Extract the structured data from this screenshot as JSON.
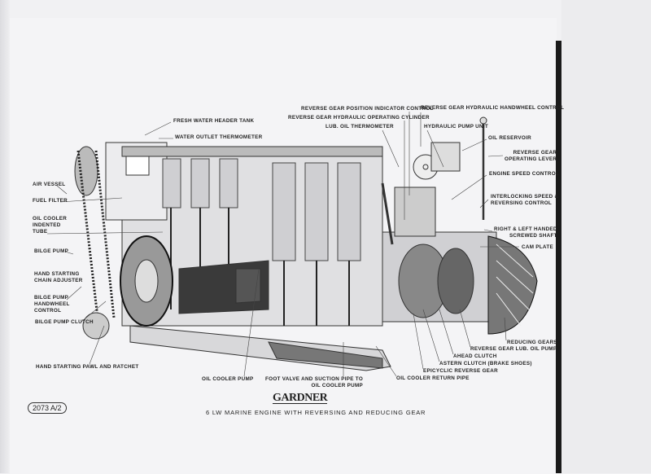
{
  "drawing_number": "2073 A/2",
  "brand_logo": "GARDNER",
  "caption": "6 LW MARINE ENGINE WITH REVERSING AND REDUCING GEAR",
  "labels": {
    "fresh_water_header_tank": "FRESH WATER HEADER TANK",
    "water_outlet_thermometer": "WATER OUTLET THERMOMETER",
    "air_vessel": "AIR VESSEL",
    "fuel_filter": "FUEL FILTER",
    "oil_cooler_indented_tube": [
      "OIL COOLER",
      "INDENTED",
      "TUBE"
    ],
    "bilge_pump": "BILGE PUMP",
    "hand_starting_chain_adjuster": [
      "HAND STARTING",
      "CHAIN ADJUSTER"
    ],
    "bilge_pump_handwheel_control": [
      "BILGE PUMP",
      "HANDWHEEL",
      "CONTROL"
    ],
    "bilge_pump_clutch": "BILGE PUMP CLUTCH",
    "hand_starting_pawl": "HAND STARTING PAWL AND RATCHET",
    "oil_cooler_pump": "OIL COOLER PUMP",
    "foot_valve": [
      "FOOT VALVE AND SUCTION PIPE TO",
      "OIL COOLER PUMP"
    ],
    "oil_cooler_return_pipe": "OIL COOLER RETURN PIPE",
    "epicyclic_reverse_gear": "EPICYCLIC REVERSE GEAR",
    "astern_clutch": "ASTERN CLUTCH (BRAKE SHOES)",
    "ahead_clutch": "AHEAD CLUTCH",
    "reverse_gear_lub_oil_pump": "REVERSE GEAR LUB. OIL PUMP",
    "reducing_gears": "REDUCING GEARS",
    "reverse_gear_position_indicator": "REVERSE GEAR POSITION INDICATOR CONTROL",
    "reverse_gear_hydraulic_cylinder": "REVERSE GEAR HYDRAULIC OPERATING CYLINDER",
    "lub_oil_thermometer": "LUB. OIL THERMOMETER",
    "reverse_gear_handwheel_control": "REVERSE GEAR HYDRAULIC HANDWHEEL CONTROL",
    "hydraulic_pump_unit": "HYDRAULIC PUMP UNIT",
    "oil_reservoir": "OIL RESERVOIR",
    "reverse_gear_operating_lever": [
      "REVERSE GEAR",
      "OPERATING LEVER"
    ],
    "engine_speed_control": "ENGINE SPEED CONTROL",
    "interlocking_control": [
      "INTERLOCKING SPEED &",
      "REVERSING CONTROL"
    ],
    "screwed_shaft": [
      "RIGHT & LEFT HANDED",
      "SCREWED SHAFT"
    ],
    "cam_plate": "CAM PLATE"
  }
}
